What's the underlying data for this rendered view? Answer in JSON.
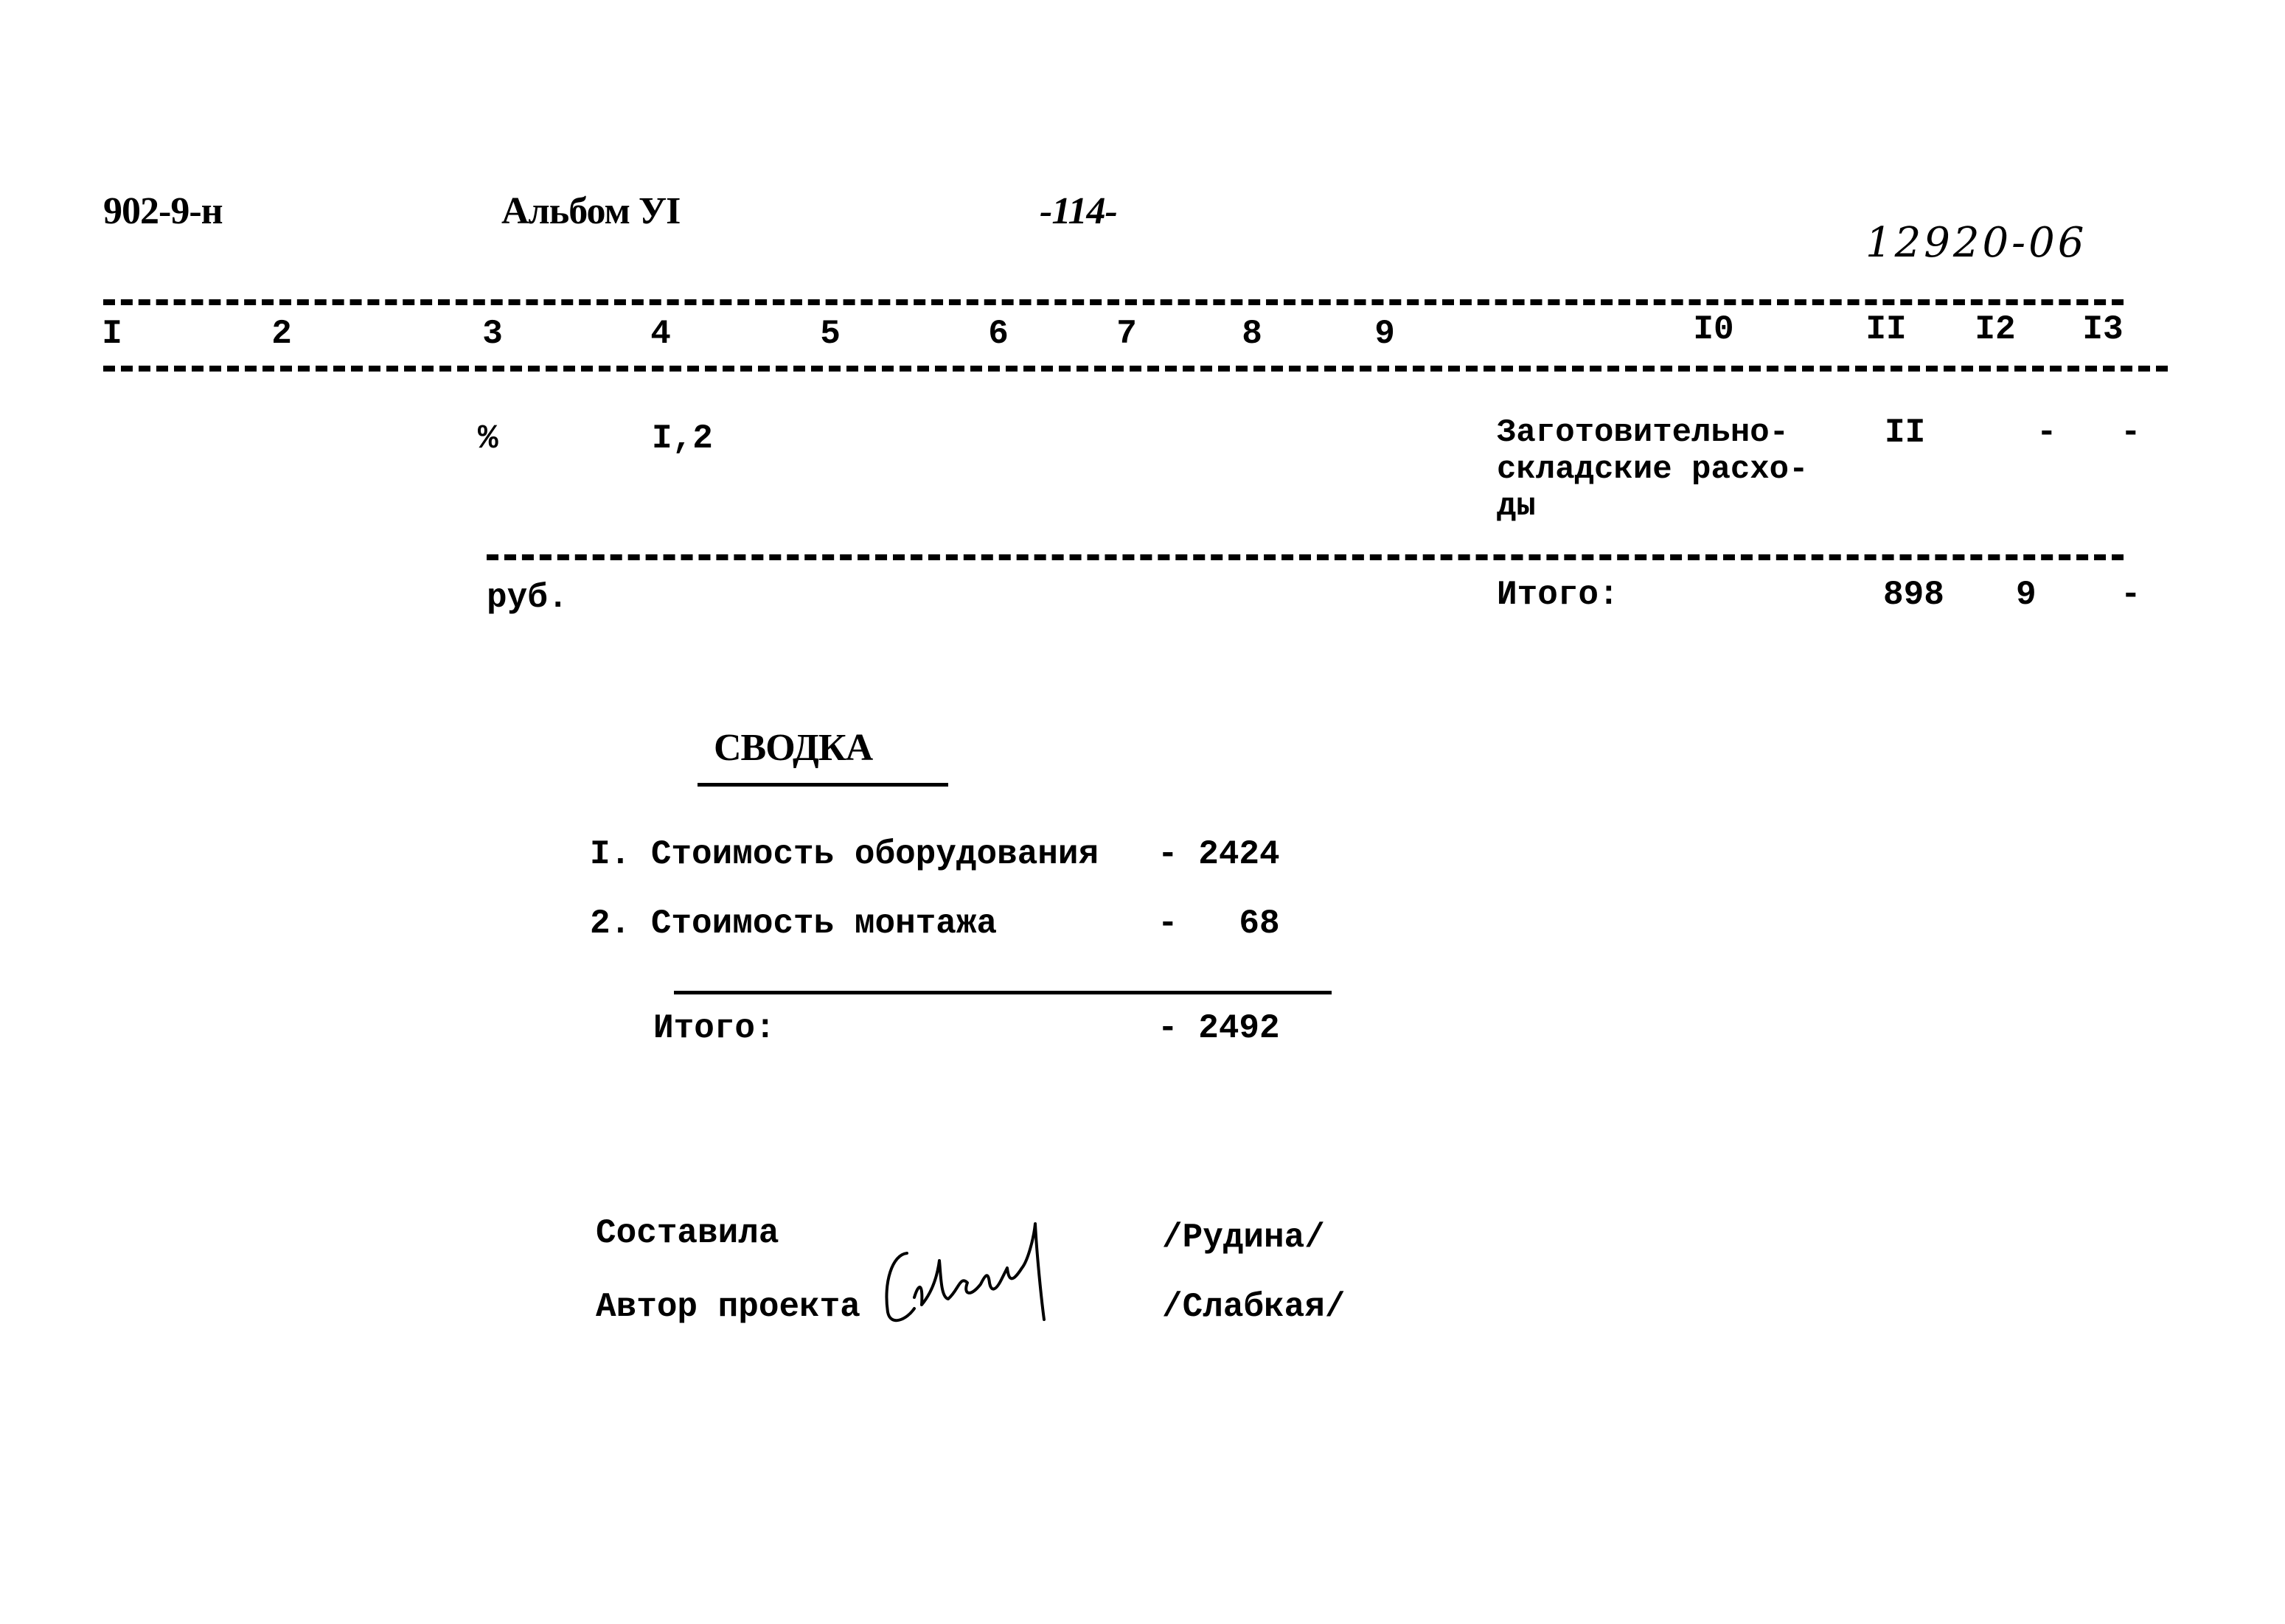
{
  "header": {
    "doc_code": "902-9-н",
    "album": "Альбом УI",
    "page_number": "-114-",
    "inventory_number": "12920-06"
  },
  "table": {
    "column_numbers": [
      "I",
      "2",
      "3",
      "4",
      "5",
      "6",
      "7",
      "8",
      "9",
      "I0",
      "II",
      "I2",
      "I3"
    ],
    "rows": [
      {
        "unit": "%",
        "quantity": "I,2",
        "description": "Заготовительно-\nскладские расхо-\nды",
        "col11": "II",
        "col12": "-",
        "col13": "-"
      },
      {
        "unit": "руб.",
        "description": "Итого:",
        "col11": "898",
        "col12": "9",
        "col13": "-"
      }
    ]
  },
  "summary": {
    "title": "СВОДКА",
    "items": [
      {
        "label": "I. Стоимость оборудования",
        "value": "- 2424"
      },
      {
        "label": "2. Стоимость монтажа",
        "value": "-   68"
      }
    ],
    "total_label": "Итого:",
    "total_value": "- 2492"
  },
  "signatures": {
    "compiled_label": "Составила",
    "compiled_name": "/Рудина/",
    "author_label": "Автор проекта",
    "author_name": "/Слабкая/",
    "handwritten_signature": "Слабкая"
  }
}
